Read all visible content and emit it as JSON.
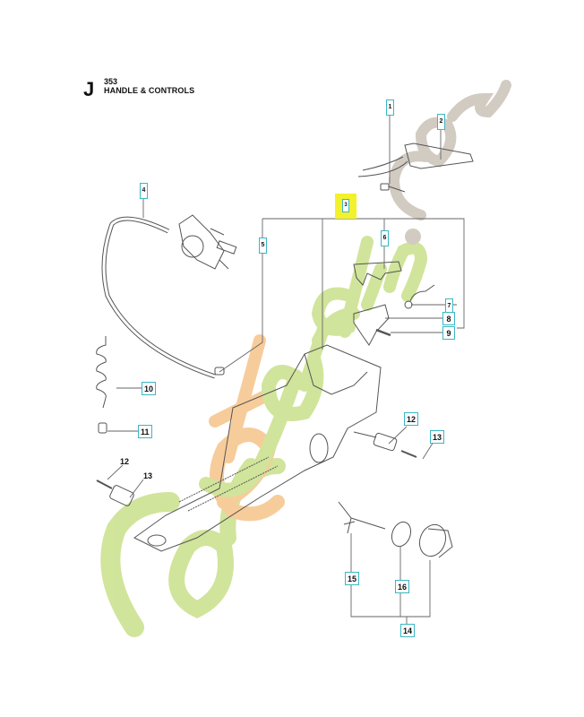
{
  "header": {
    "section_letter": "J",
    "section_number": "353",
    "section_title": "HANDLE & CONTROLS"
  },
  "callouts": [
    {
      "id": "1",
      "label": "1"
    },
    {
      "id": "2",
      "label": "2"
    },
    {
      "id": "3",
      "label": "3"
    },
    {
      "id": "4",
      "label": "4"
    },
    {
      "id": "5",
      "label": "5"
    },
    {
      "id": "6",
      "label": "6"
    },
    {
      "id": "7",
      "label": "7"
    },
    {
      "id": "8",
      "label": "8"
    },
    {
      "id": "9",
      "label": "9"
    },
    {
      "id": "10",
      "label": "10"
    },
    {
      "id": "11",
      "label": "11"
    },
    {
      "id": "12a",
      "label": "12"
    },
    {
      "id": "13a",
      "label": "13"
    },
    {
      "id": "12b",
      "label": "12"
    },
    {
      "id": "13b",
      "label": "13"
    },
    {
      "id": "14",
      "label": "14"
    },
    {
      "id": "15",
      "label": "15"
    },
    {
      "id": "16",
      "label": "16"
    }
  ],
  "watermark": {
    "text": "foretjardin.com",
    "colors": {
      "green": "#c9e08a",
      "orange": "#f6c48a",
      "grey": "#cbc2b8"
    }
  },
  "colors": {
    "callout_border": "#3ab7c4",
    "highlight": "#f2f12b",
    "line": "#555555"
  }
}
